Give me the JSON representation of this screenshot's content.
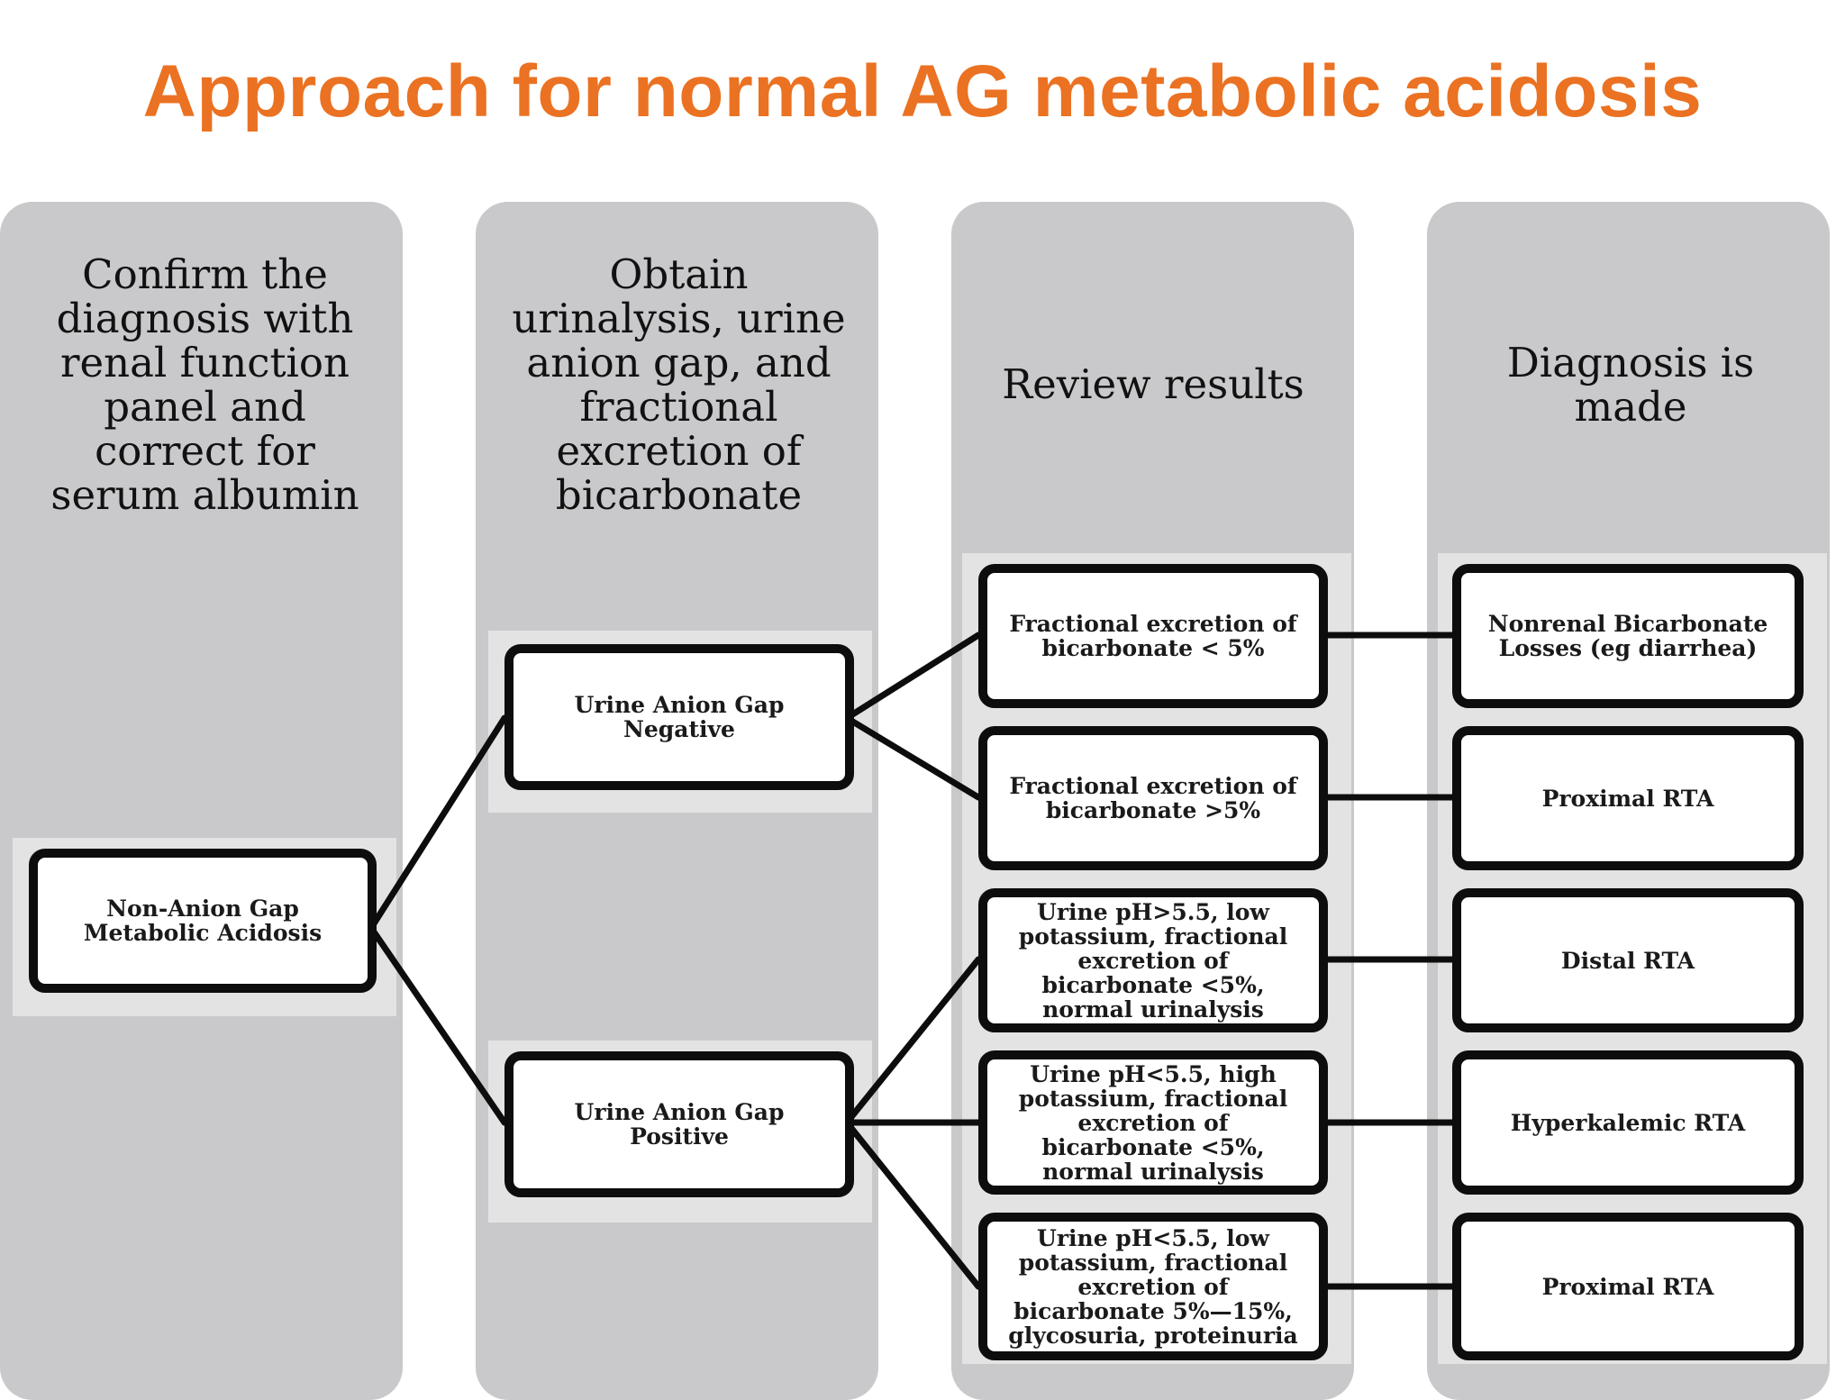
{
  "title": "Approach for normal AG metabolic acidosis",
  "columns": [
    {
      "heading": "Confirm the diagnosis with renal function panel and correct for serum albumin"
    },
    {
      "heading": "Obtain urinalysis, urine anion gap, and fractional excretion of bicarbonate"
    },
    {
      "heading": "Review results"
    },
    {
      "heading": "Diagnosis is made"
    }
  ],
  "nodes": {
    "start": "Non-Anion Gap Metabolic Acidosis",
    "uag_negative": "Urine Anion Gap Negative",
    "uag_positive": "Urine Anion Gap Positive",
    "result_1": "Fractional excretion of bicarbonate < 5%",
    "result_2": "Fractional excretion of bicarbonate >5%",
    "result_3": "Urine pH>5.5, low potassium, fractional excretion of bicarbonate <5%, normal urinalysis",
    "result_4": "Urine pH<5.5, high potassium, fractional excretion of bicarbonate <5%, normal urinalysis",
    "result_5": "Urine pH<5.5, low potassium, fractional excretion of bicarbonate 5%—15%, glycosuria, proteinuria",
    "dx_1": "Nonrenal Bicarbonate Losses (eg diarrhea)",
    "dx_2": "Proximal RTA",
    "dx_3": "Distal RTA",
    "dx_4": "Hyperkalemic RTA",
    "dx_5": "Proximal RTA"
  },
  "colors": {
    "title": "#ea7222",
    "column_bg": "#c9c8ca",
    "band_bg": "#e3e3e4",
    "box_border": "#0d0d0d"
  }
}
